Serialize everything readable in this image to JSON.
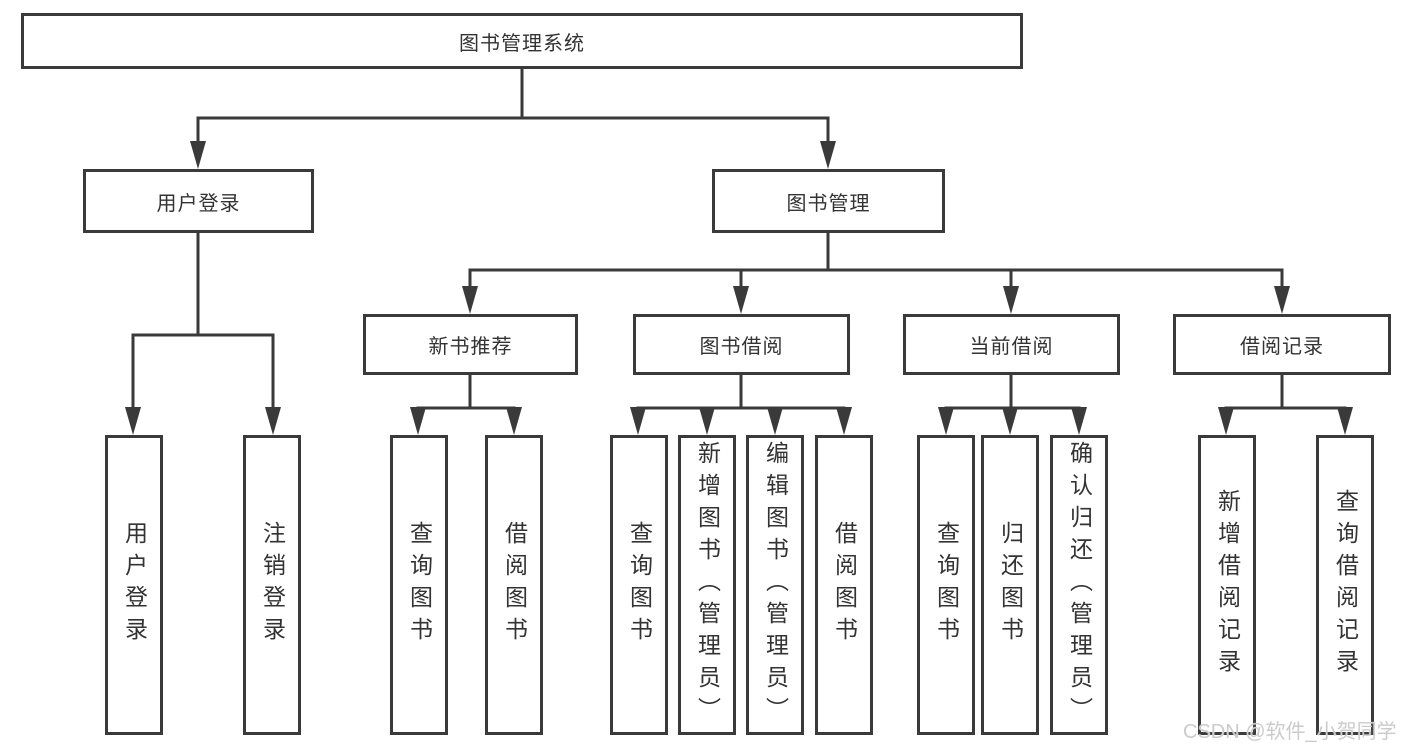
{
  "page": {
    "background": "#ffffff",
    "line_color": "#3a3a3a",
    "text_color": "#333333"
  },
  "diagram": {
    "root": {
      "label": "图书管理系统"
    },
    "level2": [
      {
        "label": "用户登录"
      },
      {
        "label": "图书管理"
      }
    ],
    "level3": [
      {
        "label": "新书推荐"
      },
      {
        "label": "图书借阅"
      },
      {
        "label": "当前借阅"
      },
      {
        "label": "借阅记录"
      }
    ],
    "leaves": [
      {
        "label": "用户登录"
      },
      {
        "label": "注销登录"
      },
      {
        "label": "查询图书"
      },
      {
        "label": "借阅图书"
      },
      {
        "label": "查询图书"
      },
      {
        "label": "新增图书（管理员）"
      },
      {
        "label": "编辑图书（管理员）"
      },
      {
        "label": "借阅图书"
      },
      {
        "label": "查询图书"
      },
      {
        "label": "归还图书"
      },
      {
        "label": "确认归还（管理员）"
      },
      {
        "label": "新增借阅记录"
      },
      {
        "label": "查询借阅记录"
      }
    ]
  },
  "watermark": {
    "text": "CSDN @软件_小贺同学"
  }
}
